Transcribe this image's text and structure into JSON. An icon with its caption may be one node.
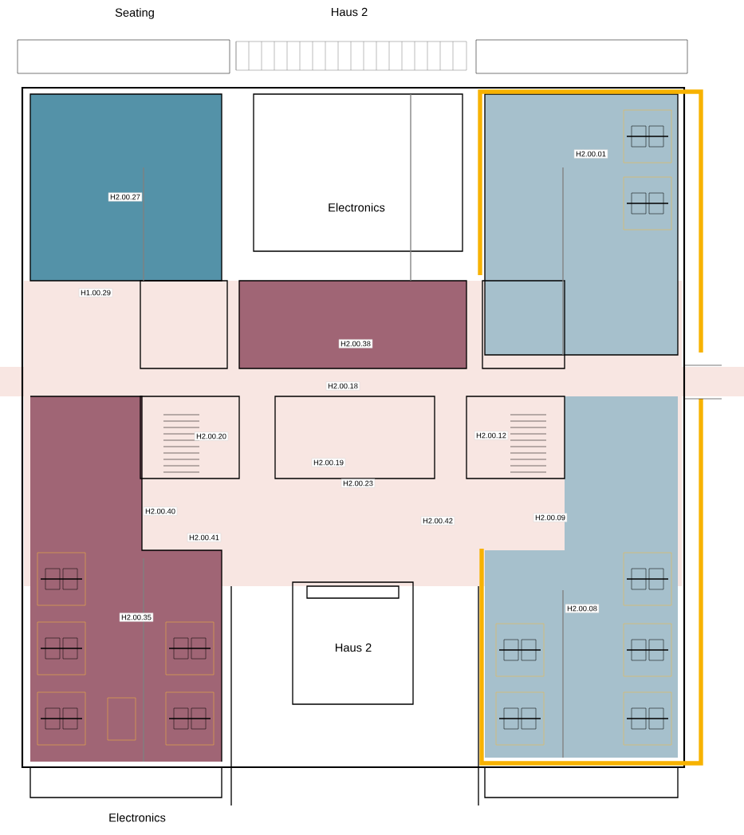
{
  "diagram": {
    "nodes": [
      {
        "text": [
          "H2.00.27"
        ]
      },
      {
        "text": [
          "H2.00.01"
        ]
      },
      {
        "text": [
          "H1.00.29"
        ]
      },
      {
        "text": [
          "H2.00.38"
        ]
      },
      {
        "text": [
          "H2.00.18"
        ]
      },
      {
        "text": [
          "H2.00.20"
        ]
      },
      {
        "text": [
          "H2.00.12"
        ]
      },
      {
        "text": [
          "H2.00.19"
        ]
      },
      {
        "text": [
          "H2.00.23"
        ]
      },
      {
        "text": [
          "H2.00.40"
        ]
      },
      {
        "text": [
          "H2.00.42"
        ]
      },
      {
        "text": [
          "H2.00.09"
        ]
      },
      {
        "text": [
          "H2.00.41"
        ]
      },
      {
        "text": [
          "H2.00.35"
        ]
      },
      {
        "text": [
          "H2.00.08"
        ]
      }
    ],
    "labels": [
      "Seating",
      "Haus 2",
      "Electronics",
      "Haus 2",
      "Electronics"
    ]
  }
}
